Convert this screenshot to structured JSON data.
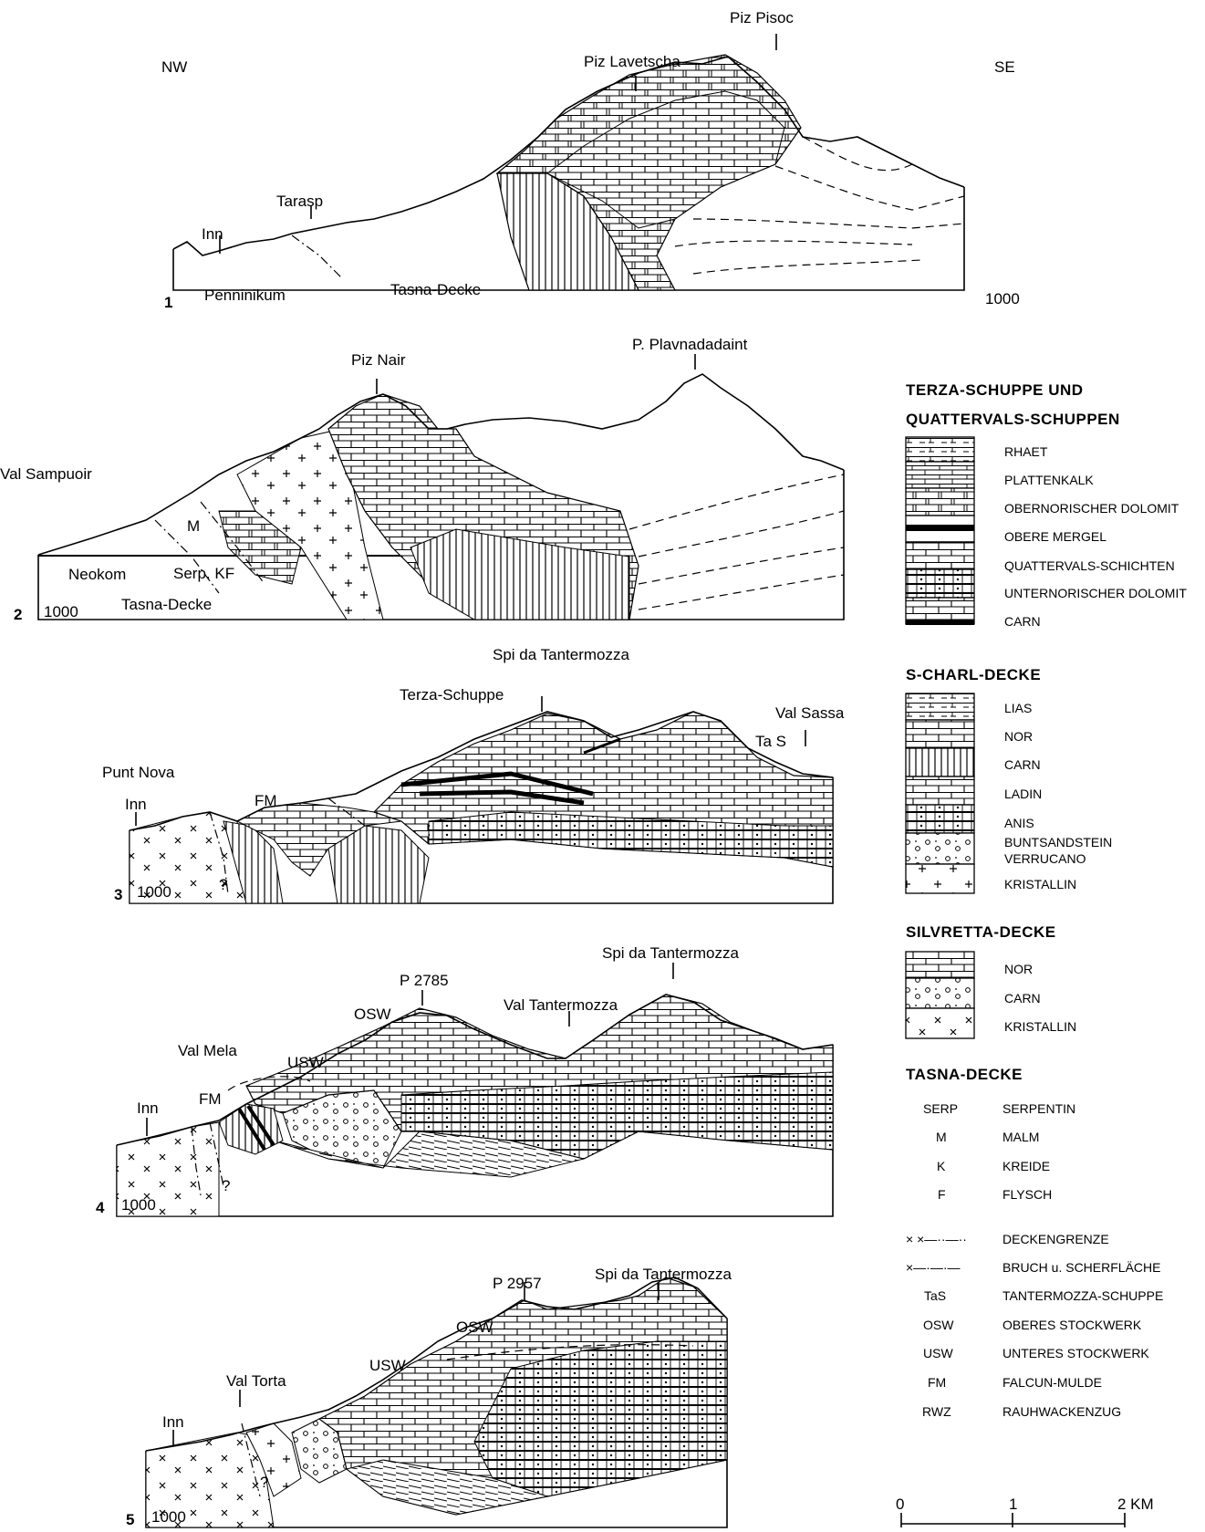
{
  "orientation": {
    "left": "NW",
    "right": "SE"
  },
  "profiles": [
    {
      "number": "1",
      "scale_label": "1000",
      "labels": {
        "peak_main": "Piz Pisoc",
        "peak_secondary": "Piz Lavetscha",
        "village": "Tarasp",
        "river": "Inn",
        "unit_left": "Penninikum",
        "unit_right": "Tasna-Decke"
      }
    },
    {
      "number": "2",
      "scale_label": "1000",
      "labels": {
        "peak_main": "P. Plavnadadaint",
        "peak_secondary": "Piz Nair",
        "valley": "Val Sampuoir",
        "malm": "M",
        "neokom": "Neokom",
        "serp_kf": "Serp. KF",
        "tasna": "Tasna-Decke"
      }
    },
    {
      "number": "3",
      "scale_label": "1000",
      "labels": {
        "peak_main": "Spi da Tantermozza",
        "terza": "Terza-Schuppe",
        "val_sassa": "Val Sassa",
        "tas": "Ta S",
        "punt_nova": "Punt Nova",
        "river": "Inn",
        "fm": "FM",
        "question": "?"
      }
    },
    {
      "number": "4",
      "scale_label": "1000",
      "labels": {
        "peak_main": "Spi da Tantermozza",
        "point": "P 2785",
        "valley": "Val Tantermozza",
        "osw": "OSW",
        "usw": "USW",
        "val_mela": "Val Mela",
        "river": "Inn",
        "fm": "FM",
        "question": "?"
      }
    },
    {
      "number": "5",
      "scale_label": "1000",
      "labels": {
        "peak_main": "Spi da Tantermozza",
        "point": "P 2957",
        "osw": "OSW",
        "usw": "USW",
        "val_torta": "Val Torta",
        "river": "Inn",
        "question": "?"
      }
    }
  ],
  "legend": {
    "terza_title_1": "TERZA-SCHUPPE UND",
    "terza_title_2": "QUATTERVALS-SCHUPPEN",
    "terza_items": [
      "RHAET",
      "PLATTENKALK",
      "OBERNORISCHER DOLOMIT",
      "OBERE MERGEL",
      "QUATTERVALS-SCHICHTEN",
      "UNTERNORISCHER DOLOMIT",
      "CARN"
    ],
    "scharl_title": "S-CHARL-DECKE",
    "scharl_items": [
      "LIAS",
      "NOR",
      "CARN",
      "LADIN",
      "ANIS",
      "BUNTSANDSTEIN",
      "VERRUCANO",
      "KRISTALLIN"
    ],
    "silvretta_title": "SILVRETTA-DECKE",
    "silvretta_items": [
      "NOR",
      "CARN",
      "KRISTALLIN"
    ],
    "tasna_title": "TASNA-DECKE",
    "tasna_items": [
      {
        "code": "SERP",
        "name": "SERPENTIN"
      },
      {
        "code": "M",
        "name": "MALM"
      },
      {
        "code": "K",
        "name": "KREIDE"
      },
      {
        "code": "F",
        "name": "FLYSCH"
      }
    ],
    "symbol_items": [
      {
        "symbol": "× ×—··—··",
        "name": "DECKENGRENZE"
      },
      {
        "symbol": "×—·—·—",
        "name": "BRUCH u. SCHERFLÄCHE"
      },
      {
        "symbol": "TaS",
        "name": "TANTERMOZZA-SCHUPPE"
      },
      {
        "symbol": "OSW",
        "name": "OBERES STOCKWERK"
      },
      {
        "symbol": "USW",
        "name": "UNTERES STOCKWERK"
      },
      {
        "symbol": "FM",
        "name": "FALCUN-MULDE"
      },
      {
        "symbol": "RWZ",
        "name": "RAUHWACKENZUG"
      }
    ]
  },
  "scale_bar": {
    "labels": [
      "0",
      "1",
      "2 KM"
    ]
  }
}
